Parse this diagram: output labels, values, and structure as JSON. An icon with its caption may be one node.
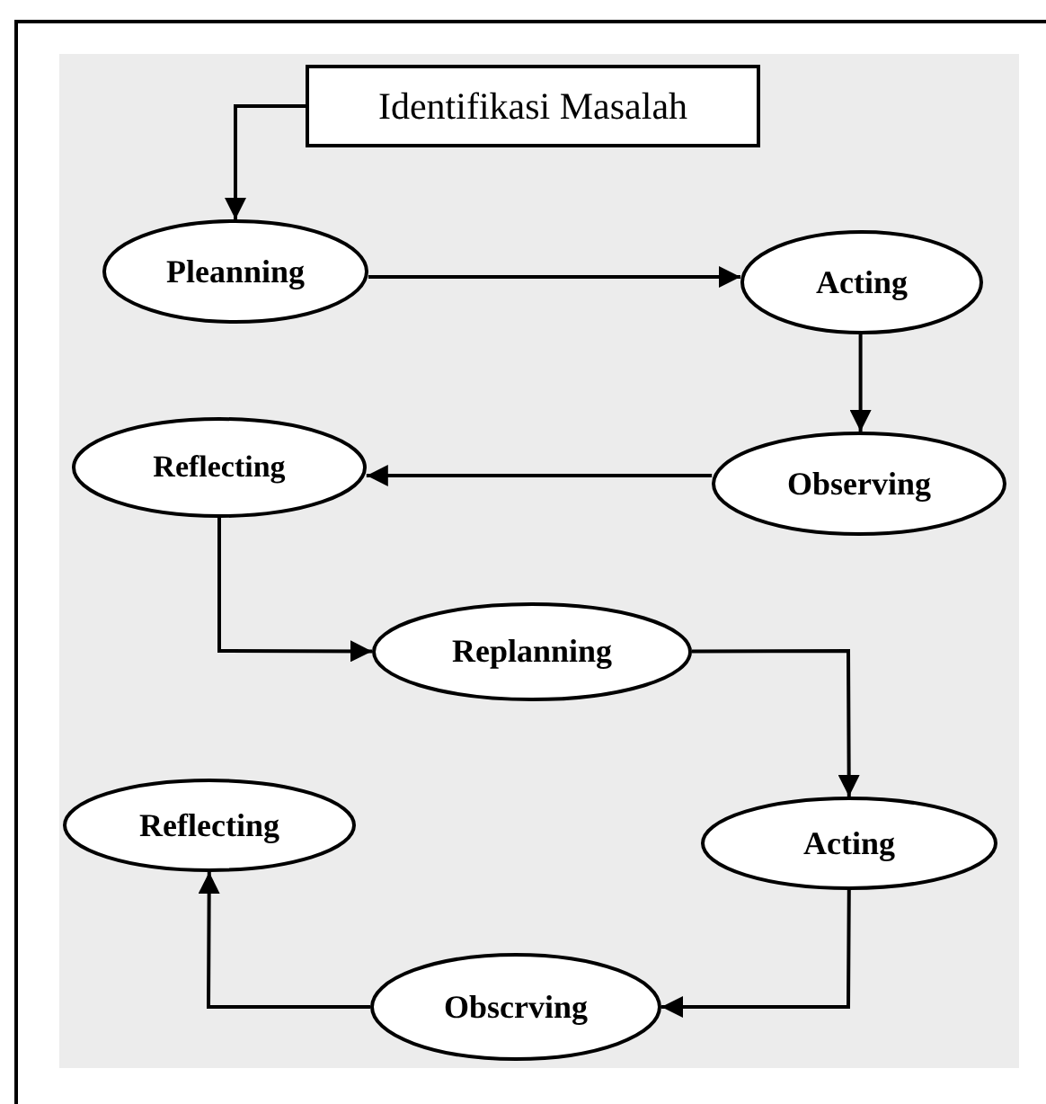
{
  "diagram": {
    "nodes": [
      {
        "text": [
          "Identifikasi Masalah"
        ]
      },
      {
        "text": [
          "Pleanning"
        ]
      },
      {
        "text": [
          "Acting"
        ]
      },
      {
        "text": [
          "Reflecting"
        ]
      },
      {
        "text": [
          "Observing"
        ]
      },
      {
        "text": [
          "Replanning"
        ]
      },
      {
        "text": [
          "Acting"
        ]
      },
      {
        "text": [
          "Reflecting"
        ]
      },
      {
        "text": [
          "Obscrving"
        ]
      }
    ],
    "edges": [
      {
        "from": 0,
        "to": 1,
        "arrow": "to"
      },
      {
        "from": 1,
        "to": 2,
        "arrow": "to"
      },
      {
        "from": 2,
        "to": 4,
        "arrow": "to"
      },
      {
        "from": 4,
        "to": 3,
        "arrow": "to"
      },
      {
        "from": 3,
        "to": 5,
        "arrow": "to"
      },
      {
        "from": 5,
        "to": 6,
        "arrow": "to"
      },
      {
        "from": 6,
        "to": 8,
        "arrow": "to"
      },
      {
        "from": 8,
        "to": 7,
        "arrow": "to"
      }
    ]
  }
}
